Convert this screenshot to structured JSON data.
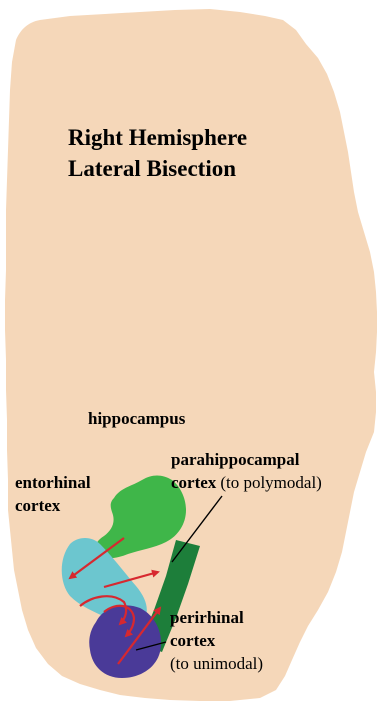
{
  "title": {
    "line1": "Right Hemisphere",
    "line2": "Lateral Bisection"
  },
  "labels": {
    "hippocampus": "hippocampus",
    "entorhinal_line1": "entorhinal",
    "entorhinal_line2": "cortex",
    "parahippocampal_line1": "parahippocampal",
    "parahippocampal_line2a": "cortex",
    "parahippocampal_line2b": "(to polymodal)",
    "perirhinal_line1": "perirhinal",
    "perirhinal_line2": "cortex",
    "perirhinal_line3": "(to unimodal)"
  },
  "colors": {
    "background": "#ffffff",
    "brain": "#f5d7b9",
    "hippocampus": "#3fb649",
    "entorhinal": "#6cc6cf",
    "parahippocampal": "#1d7e3a",
    "perirhinal": "#4a3a98",
    "arrows": "#d7282f",
    "leader_lines": "#000000"
  }
}
